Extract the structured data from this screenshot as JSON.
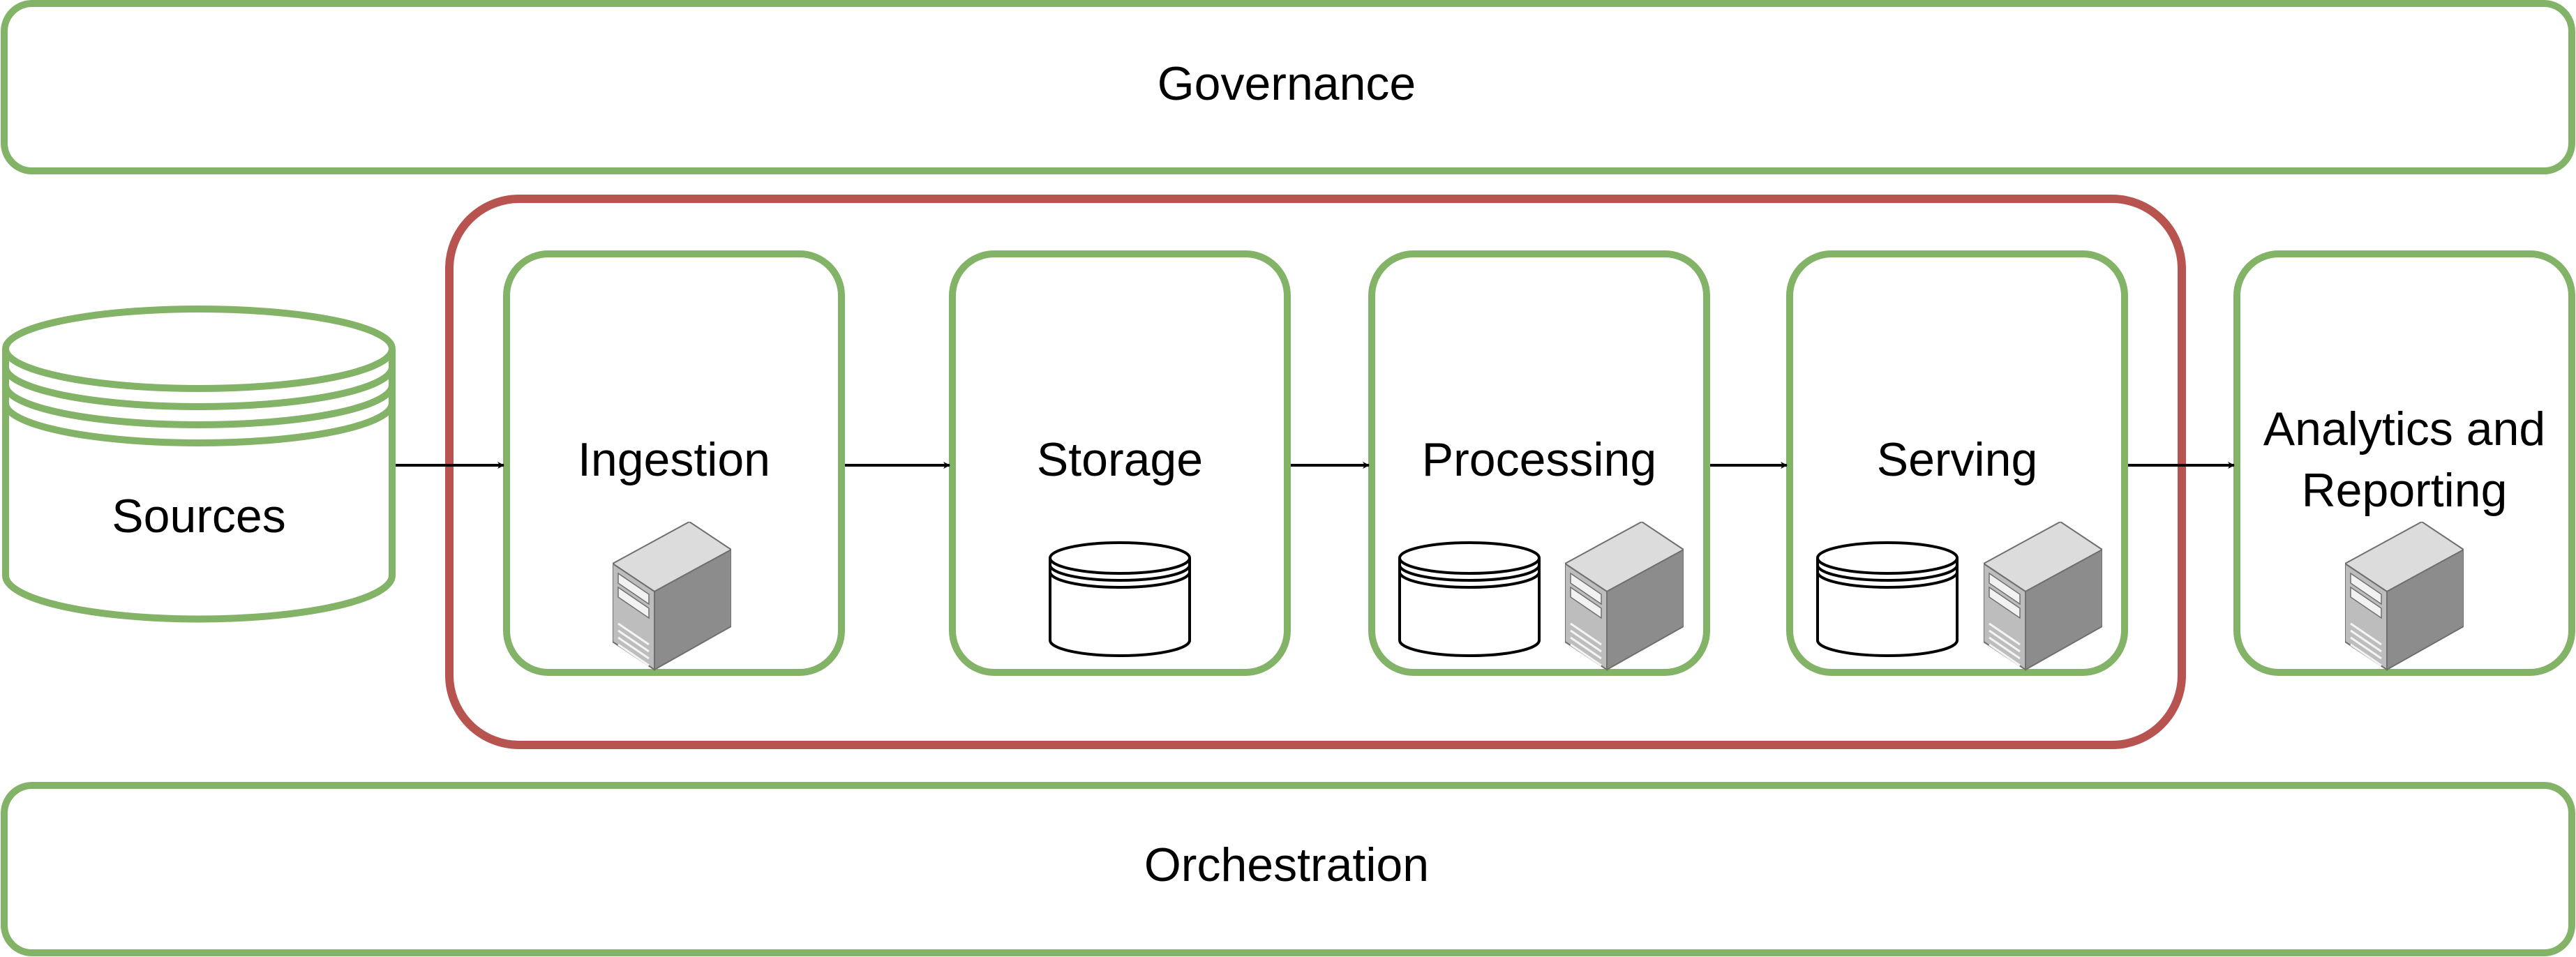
{
  "colors": {
    "layer_border": "#82b366",
    "pipeline_border": "#b85450",
    "arrow": "#000000",
    "text": "#000000",
    "server_front": "#bdbdbd",
    "server_side": "#8c8c8c",
    "server_top": "#dcdcdc",
    "background": "#ffffff"
  },
  "layers": {
    "governance": {
      "label": "Governance"
    },
    "orchestration": {
      "label": "Orchestration"
    }
  },
  "sources": {
    "label": "Sources",
    "icon": "stacked-database-icon"
  },
  "pipeline": {
    "stages": [
      {
        "label": "Ingestion",
        "icons": [
          "server-icon"
        ]
      },
      {
        "label": "Storage",
        "icons": [
          "database-icon"
        ]
      },
      {
        "label": "Processing",
        "icons": [
          "database-icon",
          "server-icon"
        ]
      },
      {
        "label": "Serving",
        "icons": [
          "database-icon",
          "server-icon"
        ]
      }
    ]
  },
  "analytics": {
    "label_line1": "Analytics and",
    "label_line2": "Reporting",
    "icons": [
      "server-icon"
    ]
  },
  "flow": [
    "Sources",
    "Ingestion",
    "Storage",
    "Processing",
    "Serving",
    "Analytics and Reporting"
  ]
}
